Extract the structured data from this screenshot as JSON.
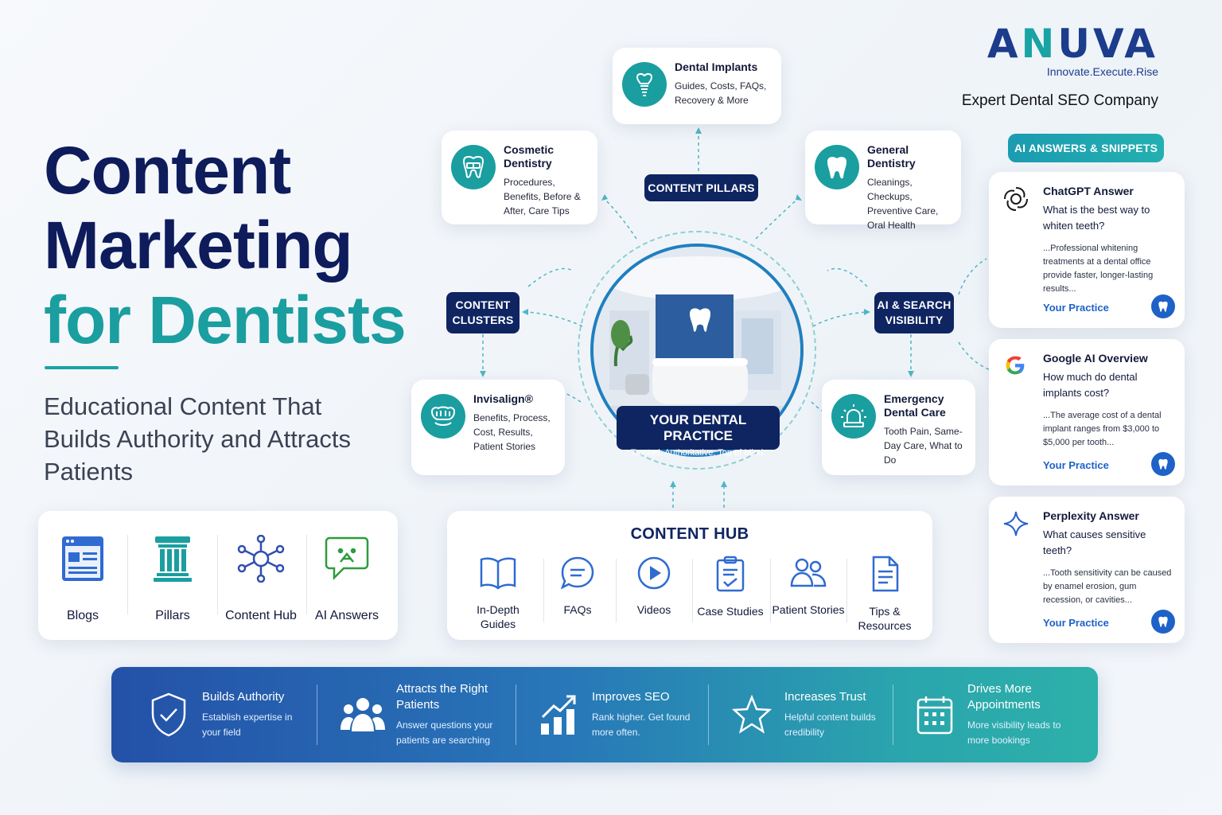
{
  "title": {
    "line1": "Content",
    "line2": "Marketing",
    "line3": "for Dentists"
  },
  "subtitle": "Educational Content That Builds Authority and Attracts Patients",
  "logo": {
    "brand": "ANUVA",
    "brand_a": "A",
    "brand_mid": "N",
    "brand_rest": "UVA",
    "tagline": "Innovate.Execute.Rise",
    "company": "Expert Dental SEO Company"
  },
  "pills": {
    "content_pillars": "CONTENT PILLARS",
    "content_clusters_1": "CONTENT",
    "content_clusters_2": "CLUSTERS",
    "ai_search_1": "AI & SEARCH",
    "ai_search_2": "VISIBILITY",
    "ai_answers": "AI ANSWERS & SNIPPETS"
  },
  "topics": {
    "implants": {
      "title": "Dental Implants",
      "desc": "Guides, Costs, FAQs, Recovery & More"
    },
    "cosmetic": {
      "title": "Cosmetic Dentistry",
      "desc": "Procedures, Benefits, Before & After, Care Tips"
    },
    "general": {
      "title": "General Dentistry",
      "desc": "Cleanings, Checkups, Preventive Care, Oral Health"
    },
    "invisalign": {
      "title": "Invisalign®",
      "desc": "Benefits, Process, Cost, Results, Patient Stories"
    },
    "emergency": {
      "title": "Emergency Dental Care",
      "desc": "Tooth Pain, Same-Day Care, What to Do"
    }
  },
  "practice": {
    "title": "YOUR DENTAL PRACTICE",
    "tagline": "Trusted. Authoritative. Top of Mind."
  },
  "ai_cards": [
    {
      "source": "ChatGPT Answer",
      "question": "What is the best way to whiten teeth?",
      "answer": "...Professional whitening treatments at a dental office provide faster, longer-lasting results...",
      "link": "Your Practice",
      "icon": "chatgpt-icon"
    },
    {
      "source": "Google AI Overview",
      "question": "How much do dental implants cost?",
      "answer": "...The average cost of a dental implant ranges from $3,000 to $5,000 per tooth...",
      "link": "Your Practice",
      "icon": "google-icon"
    },
    {
      "source": "Perplexity Answer",
      "question": "What causes sensitive teeth?",
      "answer": "...Tooth sensitivity can be caused by enamel erosion, gum recession, or cavities...",
      "link": "Your Practice",
      "icon": "perplexity-icon"
    }
  ],
  "categories": [
    "Blogs",
    "Pillars",
    "Content Hub",
    "AI Answers"
  ],
  "hub": {
    "title": "CONTENT HUB",
    "items": [
      "In-Depth Guides",
      "FAQs",
      "Videos",
      "Case Studies",
      "Patient Stories",
      "Tips & Resources"
    ]
  },
  "benefits": [
    {
      "title": "Builds Authority",
      "desc": "Establish expertise in your field"
    },
    {
      "title": "Attracts the Right Patients",
      "desc": "Answer questions your patients are searching"
    },
    {
      "title": "Improves SEO",
      "desc": "Rank higher. Get found more often."
    },
    {
      "title": "Increases Trust",
      "desc": "Helpful content builds credibility"
    },
    {
      "title": "Drives More Appointments",
      "desc": "More visibility leads to more bookings"
    }
  ],
  "colors": {
    "navy": "#0e1c5c",
    "teal": "#1a9ea0",
    "blue": "#1e62c8"
  }
}
